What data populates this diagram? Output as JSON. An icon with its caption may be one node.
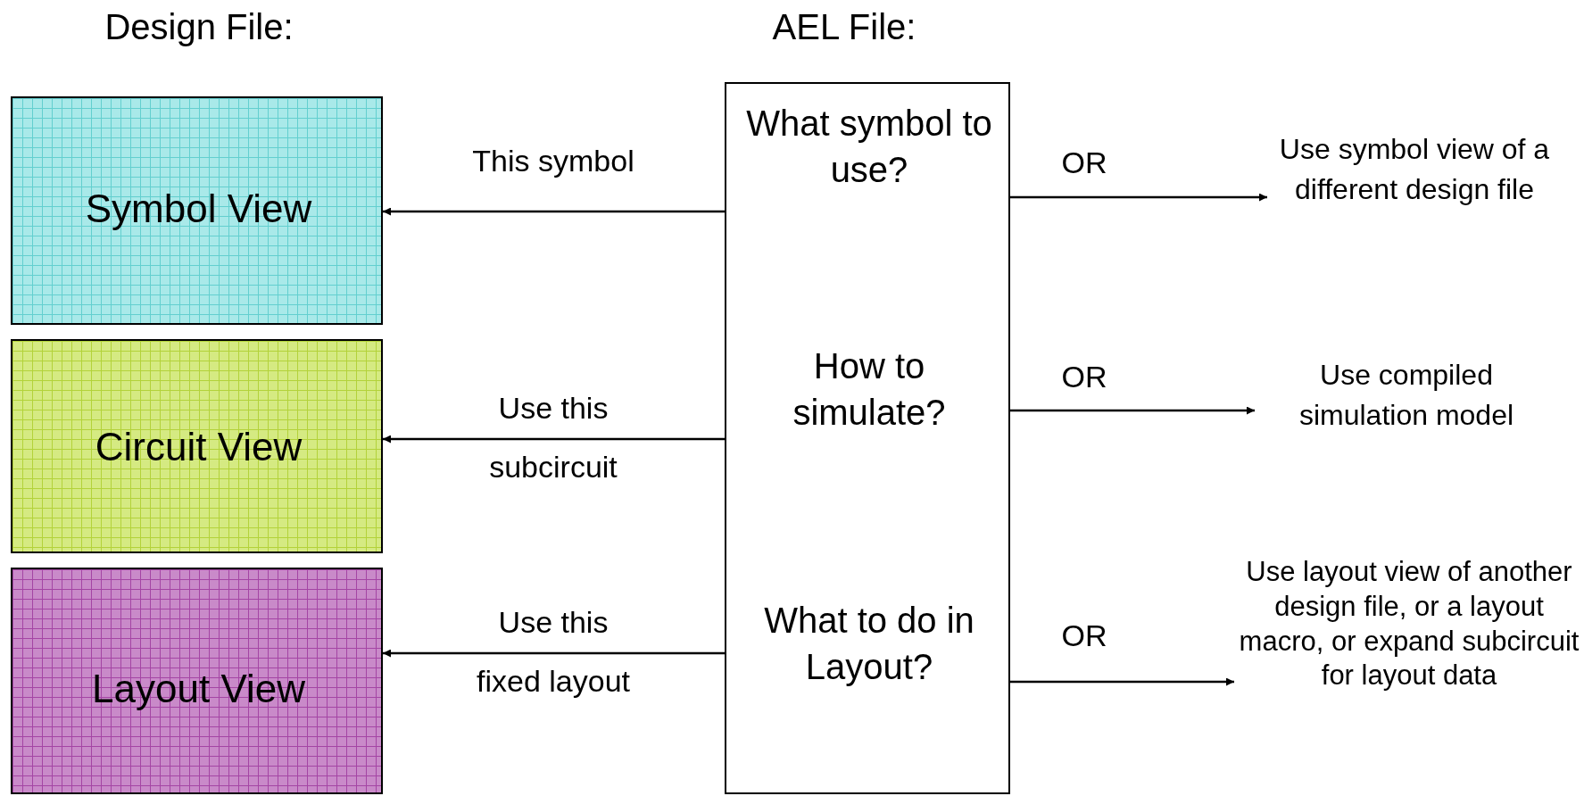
{
  "diagram": {
    "nodes": [
      {
        "text": [
          "Symbol View"
        ]
      },
      {
        "text": [
          "Circuit View"
        ]
      },
      {
        "text": [
          "Layout View"
        ]
      },
      {
        "text": [
          "What symbol to use?",
          "How to simulate?",
          "What to do in Layout?"
        ]
      },
      {
        "text": [
          "Use symbol view of a different design file"
        ]
      },
      {
        "text": [
          "Use compiled simulation model"
        ]
      },
      {
        "text": [
          "Use layout view of another design file, or a layout macro, or expand subcircuit for layout data"
        ]
      }
    ],
    "edges": [
      {
        "from": 3,
        "to": 0,
        "arrow": "to",
        "label": "This symbol"
      },
      {
        "from": 3,
        "to": 1,
        "arrow": "to",
        "label": "Use this subcircuit"
      },
      {
        "from": 3,
        "to": 2,
        "arrow": "to",
        "label": "Use this fixed layout"
      },
      {
        "from": 3,
        "to": 4,
        "arrow": "to",
        "label": "OR"
      },
      {
        "from": 3,
        "to": 5,
        "arrow": "to",
        "label": "OR"
      },
      {
        "from": 3,
        "to": 6,
        "arrow": "to",
        "label": "OR"
      }
    ],
    "labels": [
      "Design File:",
      "AEL File:"
    ]
  }
}
